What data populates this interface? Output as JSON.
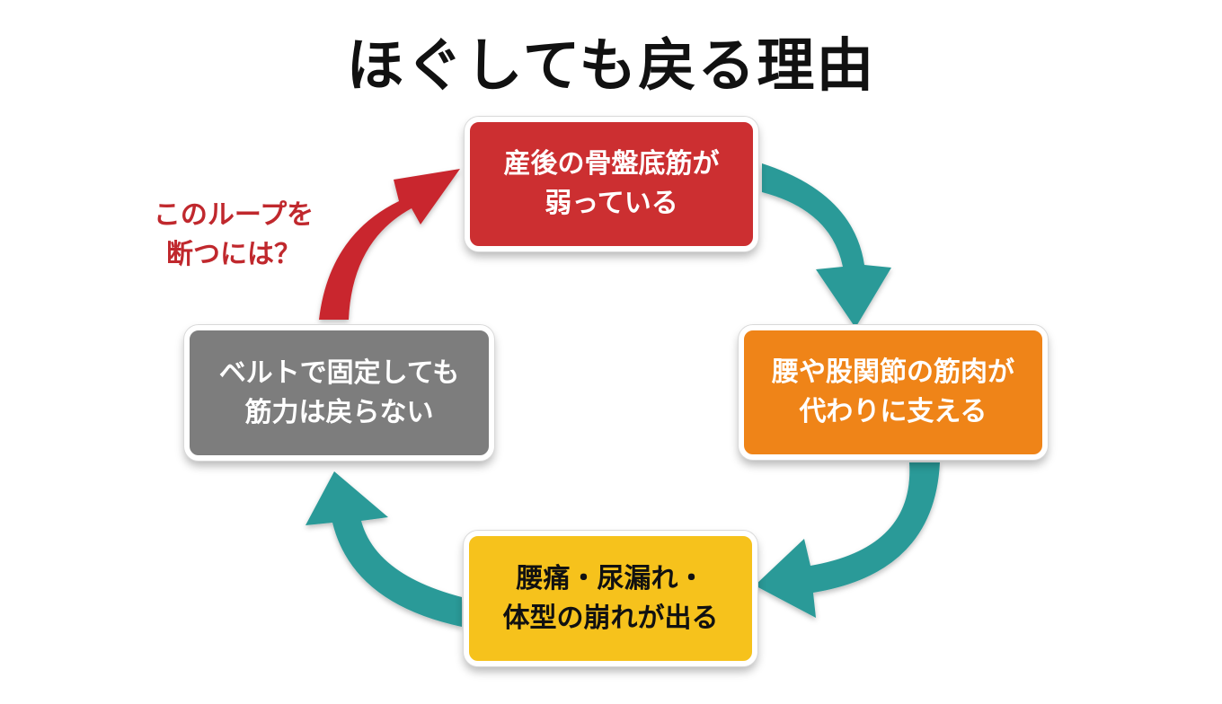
{
  "title": "ほぐしても戻る理由",
  "callout": {
    "line1": "このループを",
    "line2": "断つには？"
  },
  "boxes": {
    "top": {
      "line1": "産後の骨盤底筋が",
      "line2": "弱っている",
      "color": "#cc2f31"
    },
    "right": {
      "line1": "腰や股関節の筋肉が",
      "line2": "代わりに支える",
      "color": "#ef8418"
    },
    "bottom": {
      "line1": "腰痛・尿漏れ・",
      "line2": "体型の崩れが出る",
      "color": "#f6c21c"
    },
    "left": {
      "line1": "ベルトで固定しても",
      "line2": "筋力は戻らない",
      "color": "#7d7d7d"
    }
  },
  "colors": {
    "loop_arrow": "#2b9a98",
    "break_arrow": "#c9272d"
  }
}
